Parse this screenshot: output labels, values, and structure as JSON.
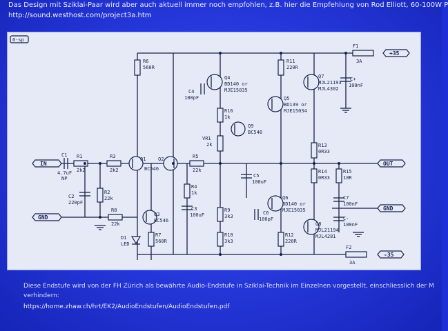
{
  "article": {
    "intro_text": "Das Design mit Sziklai-Paar wird aber auch aktuell immer noch empfohlen, z.B. hier die Empfehlung von Rod Elliott, 60-100W P",
    "intro_link": "http://sound.westhost.com/project3a.htm",
    "outro_text": "Diese Endstufe wird von der FH Zürich als bewährte Audio-Endstufe in Sziklai-Technik im Einzelnen vorgestellt, einschliesslich der M",
    "outro_text2": "verhindern:",
    "outro_link": "https://home.zhaw.ch/hrt/EK2/AudioEndstufen/AudioEndstufen.pdf"
  },
  "schematic": {
    "badge": "0-sp",
    "ports": {
      "in": "IN",
      "gnd_left": "GND",
      "out": "OUT",
      "gnd_right": "GND",
      "vplus": "+35",
      "vminus": "-35"
    },
    "fuses": {
      "f1": "F1",
      "f1_val": "3A",
      "f2": "F2",
      "f2_val": "3A"
    },
    "components": {
      "r6": "R6",
      "r6v": "560R",
      "r11": "R11",
      "r11v": "220R",
      "q4": "Q4",
      "q4v": "BD140 or",
      "q4v2": "MJE15035",
      "c4": "C4",
      "c4v": "100pF",
      "q7": "Q7",
      "q7v": "MJL21193",
      "q7v2": "MJL4302",
      "c_plus": "C+",
      "c_plus_v": "100nF",
      "q5": "Q5",
      "q5v": "BD139 or",
      "q5v2": "MJE15034",
      "r16": "R16",
      "r16v": "1k",
      "q9": "Q9",
      "q9v": "BC546",
      "vr1": "VR1",
      "vr1v": "2k",
      "r13": "R13",
      "r13v": "0R33",
      "c1": "C1",
      "c1v": "4.7uF",
      "c1v2": "NP",
      "r1": "R1",
      "r1v": "2k2",
      "r3": "R3",
      "r3v": "2k2",
      "q1": "Q1",
      "q2": "Q2",
      "q12v": "BC546",
      "r5": "R5",
      "r5v": "22k",
      "r14": "R14",
      "r14v": "0R33",
      "r15": "R15",
      "r15v": "10R",
      "c5": "C5",
      "c5v": "100uF",
      "c2": "C2",
      "c2v": "220pF",
      "r2": "R2",
      "r2v": "22k",
      "r4": "R4",
      "r4v": "1k",
      "c3": "C3",
      "c3v": "100uF",
      "q6": "Q6",
      "q6v": "BD140 or",
      "q6v2": "MJE15035",
      "c7": "C7",
      "c7v": "100nF",
      "r8": "R8",
      "r8v": "22k",
      "q3": "Q3",
      "q3v": "BC546",
      "r9": "R9",
      "r9v": "3k3",
      "c6": "C6",
      "c6v": "100pF",
      "c_minus": "C-",
      "c_minus_v": "100nF",
      "q8": "Q8",
      "q8v": "MJL21194",
      "q8v2": "MJL4281",
      "d1": "D1",
      "d1v": "LED",
      "r7": "R7",
      "r7v": "560R",
      "r10": "R10",
      "r10v": "3k3",
      "r12": "R12",
      "r12v": "220R"
    }
  }
}
